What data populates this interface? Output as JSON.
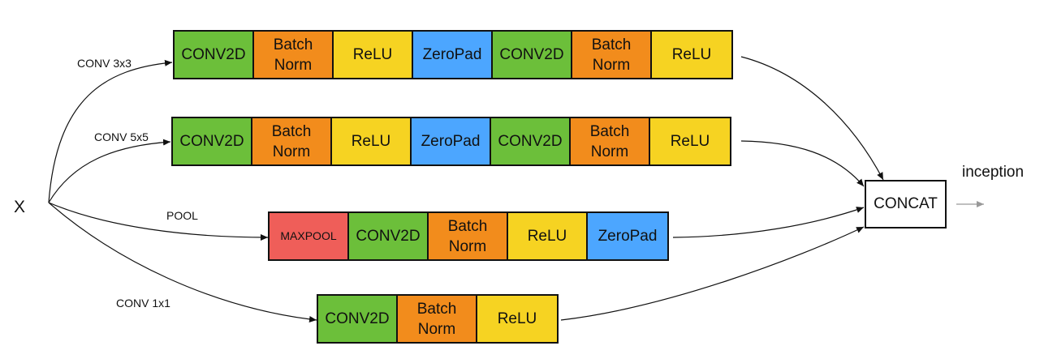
{
  "input": {
    "label": "X"
  },
  "branches": [
    {
      "id": "conv3x3",
      "label": "CONV 3x3",
      "blocks": [
        {
          "text": "CONV2D",
          "kind": "conv"
        },
        {
          "text": "Batch\nNorm",
          "kind": "bn"
        },
        {
          "text": "ReLU",
          "kind": "relu"
        },
        {
          "text": "ZeroPad",
          "kind": "zp"
        },
        {
          "text": "CONV2D",
          "kind": "conv"
        },
        {
          "text": "Batch\nNorm",
          "kind": "bn"
        },
        {
          "text": "ReLU",
          "kind": "relu"
        }
      ]
    },
    {
      "id": "conv5x5",
      "label": "CONV 5x5",
      "blocks": [
        {
          "text": "CONV2D",
          "kind": "conv"
        },
        {
          "text": "Batch\nNorm",
          "kind": "bn"
        },
        {
          "text": "ReLU",
          "kind": "relu"
        },
        {
          "text": "ZeroPad",
          "kind": "zp"
        },
        {
          "text": "CONV2D",
          "kind": "conv"
        },
        {
          "text": "Batch\nNorm",
          "kind": "bn"
        },
        {
          "text": "ReLU",
          "kind": "relu"
        }
      ]
    },
    {
      "id": "pool",
      "label": "POOL",
      "blocks": [
        {
          "text": "MAXPOOL",
          "kind": "pool"
        },
        {
          "text": "CONV2D",
          "kind": "conv"
        },
        {
          "text": "Batch\nNorm",
          "kind": "bn"
        },
        {
          "text": "ReLU",
          "kind": "relu"
        },
        {
          "text": "ZeroPad",
          "kind": "zp"
        }
      ]
    },
    {
      "id": "conv1x1",
      "label": "CONV 1x1",
      "blocks": [
        {
          "text": "CONV2D",
          "kind": "conv"
        },
        {
          "text": "Batch\nNorm",
          "kind": "bn"
        },
        {
          "text": "ReLU",
          "kind": "relu"
        }
      ]
    }
  ],
  "concat": {
    "label": "CONCAT"
  },
  "output": {
    "label": "inception"
  },
  "colors": {
    "conv": "#6cbf3a",
    "bn": "#f28c1c",
    "relu": "#f6d322",
    "zeropad": "#4ca6ff",
    "maxpool": "#ef5e59",
    "output_arrow": "#999999"
  }
}
